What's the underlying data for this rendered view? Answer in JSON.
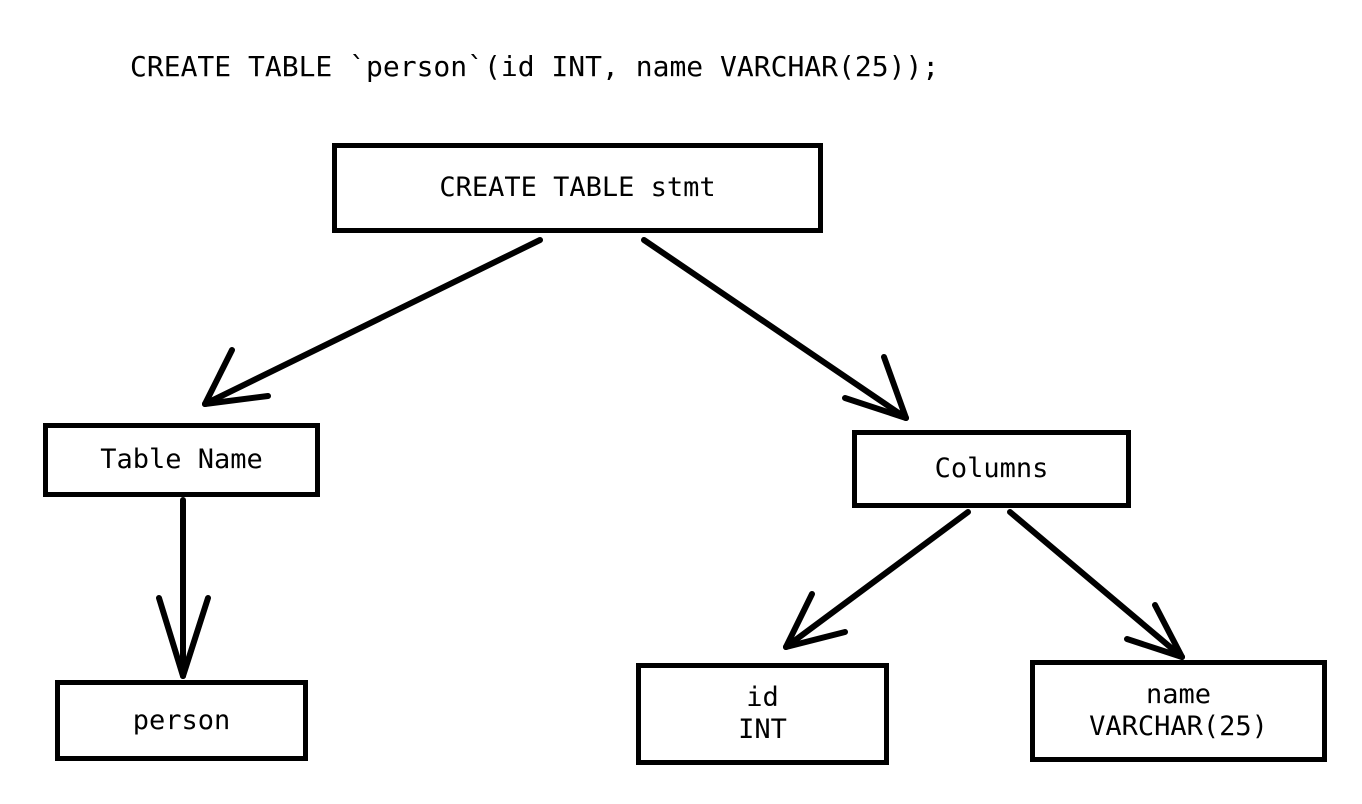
{
  "title": {
    "sql_statement": "CREATE TABLE `person`(id INT, name VARCHAR(25));"
  },
  "style": {
    "background_color": "#ffffff",
    "stroke_color": "#000000",
    "text_color": "#000000",
    "node_fill": "#ffffff"
  },
  "diagram": {
    "type": "parse-tree",
    "nodes": [
      {
        "id": "root",
        "label": "CREATE TABLE stmt",
        "label2": ""
      },
      {
        "id": "table_name",
        "label": "Table Name",
        "label2": ""
      },
      {
        "id": "person",
        "label": "person",
        "label2": ""
      },
      {
        "id": "columns",
        "label": "Columns",
        "label2": ""
      },
      {
        "id": "col_id",
        "label": "id",
        "label2": "INT"
      },
      {
        "id": "col_name",
        "label": "name",
        "label2": "VARCHAR(25)"
      }
    ],
    "edges": [
      {
        "from": "root",
        "to": "table_name",
        "arrowhead": "open-v"
      },
      {
        "from": "root",
        "to": "columns",
        "arrowhead": "open-v"
      },
      {
        "from": "table_name",
        "to": "person",
        "arrowhead": "open-v"
      },
      {
        "from": "columns",
        "to": "col_id",
        "arrowhead": "open-v"
      },
      {
        "from": "columns",
        "to": "col_name",
        "arrowhead": "open-v"
      }
    ]
  }
}
